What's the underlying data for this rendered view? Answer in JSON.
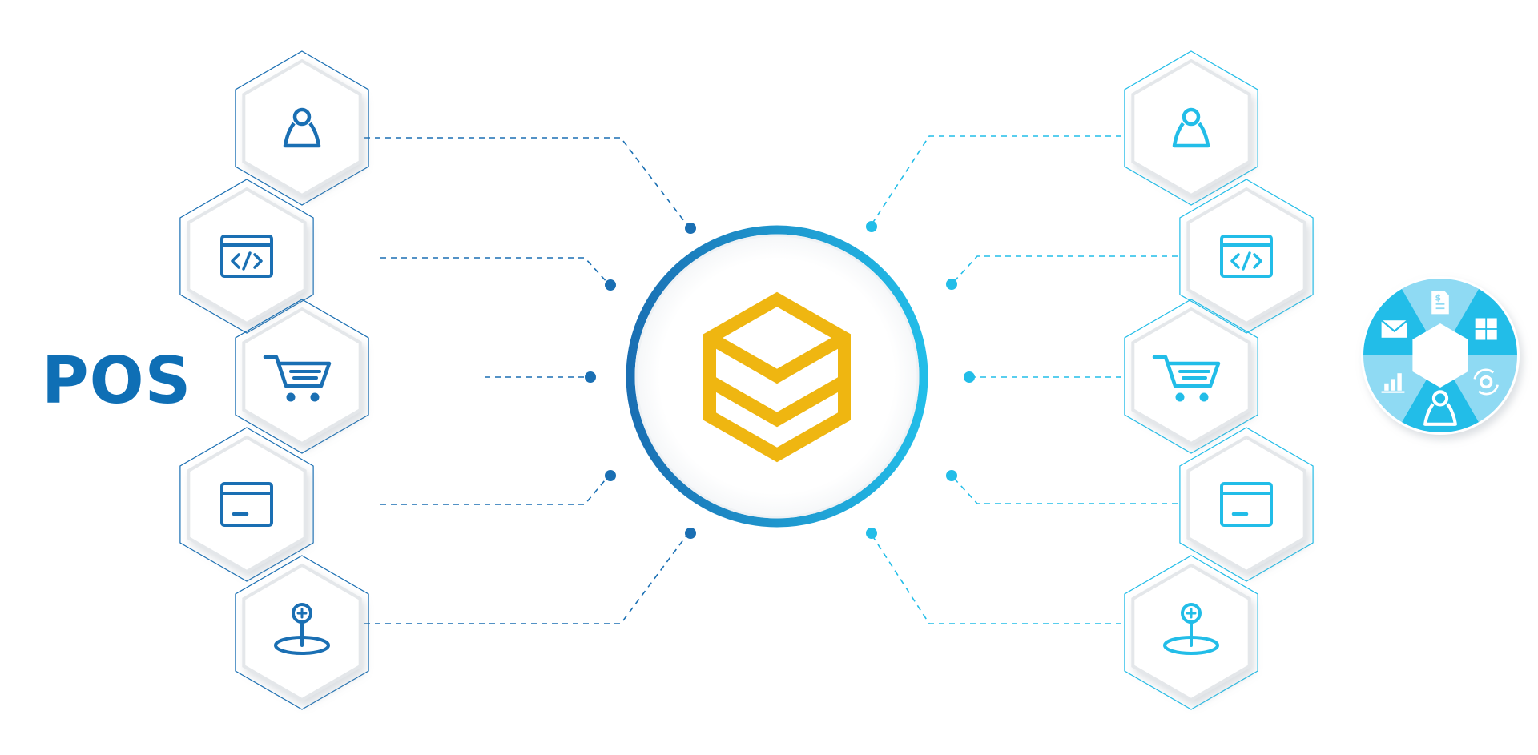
{
  "label": {
    "text": "POS"
  },
  "colors": {
    "left_accent": "#1a6fb3",
    "right_accent": "#22bde8",
    "hub_gold": "#efb611",
    "hub_ring_start": "#1a6fb3",
    "hub_ring_end": "#22bde8",
    "background": "#ffffff"
  },
  "left_column": {
    "side": "source",
    "items": [
      {
        "icon": "user-icon"
      },
      {
        "icon": "code-window-icon"
      },
      {
        "icon": "shopping-cart-icon"
      },
      {
        "icon": "card-window-icon"
      },
      {
        "icon": "location-pin-icon"
      }
    ]
  },
  "right_column": {
    "side": "destination",
    "items": [
      {
        "icon": "user-icon"
      },
      {
        "icon": "code-window-icon"
      },
      {
        "icon": "shopping-cart-icon"
      },
      {
        "icon": "card-window-icon"
      },
      {
        "icon": "location-pin-icon"
      }
    ]
  },
  "hub": {
    "icon": "stacked-layers-icon"
  },
  "badge": {
    "icons": [
      "invoice-icon",
      "calculator-icon",
      "sync-gear-icon",
      "user-icon",
      "bar-chart-icon",
      "mail-icon"
    ]
  }
}
